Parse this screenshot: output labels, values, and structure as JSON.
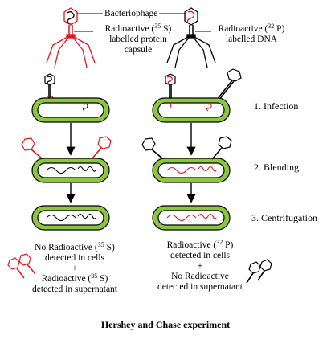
{
  "labels": {
    "bacteriophage": "Bacteriophage",
    "s35_line1_pre": "Radioactive (",
    "s35_sup": "35",
    "s35_line1_post": " S)",
    "s35_line2": "labelled protein",
    "s35_line3": "capsule",
    "p32_line1_pre": "Radioactive (",
    "p32_sup": "32",
    "p32_line1_post": " P)",
    "p32_line2": "labelled DNA"
  },
  "steps": [
    "1. Infection",
    "2. Blending",
    "3. Centrifugation"
  ],
  "results": {
    "left": {
      "line1_pre": "No Radioactive (",
      "line1_sup": "35",
      "line1_post": " S)",
      "line2": "detected in cells",
      "plus": "+",
      "line3_pre": "Radioactive (",
      "line3_sup": "35",
      "line3_post": " S)",
      "line4": "detected in supernatant"
    },
    "right": {
      "line1_pre": "Radioactive (",
      "line1_sup": "32",
      "line1_post": " P)",
      "line2": "detected in cells",
      "plus": "+",
      "line3": "No Radioactive",
      "line4": "detected in supernatant"
    }
  },
  "title": "Hershey and Chase experiment",
  "colors": {
    "radioactive": "#e8141c",
    "cell_wall": "#8cc63f",
    "outline": "#000000"
  }
}
